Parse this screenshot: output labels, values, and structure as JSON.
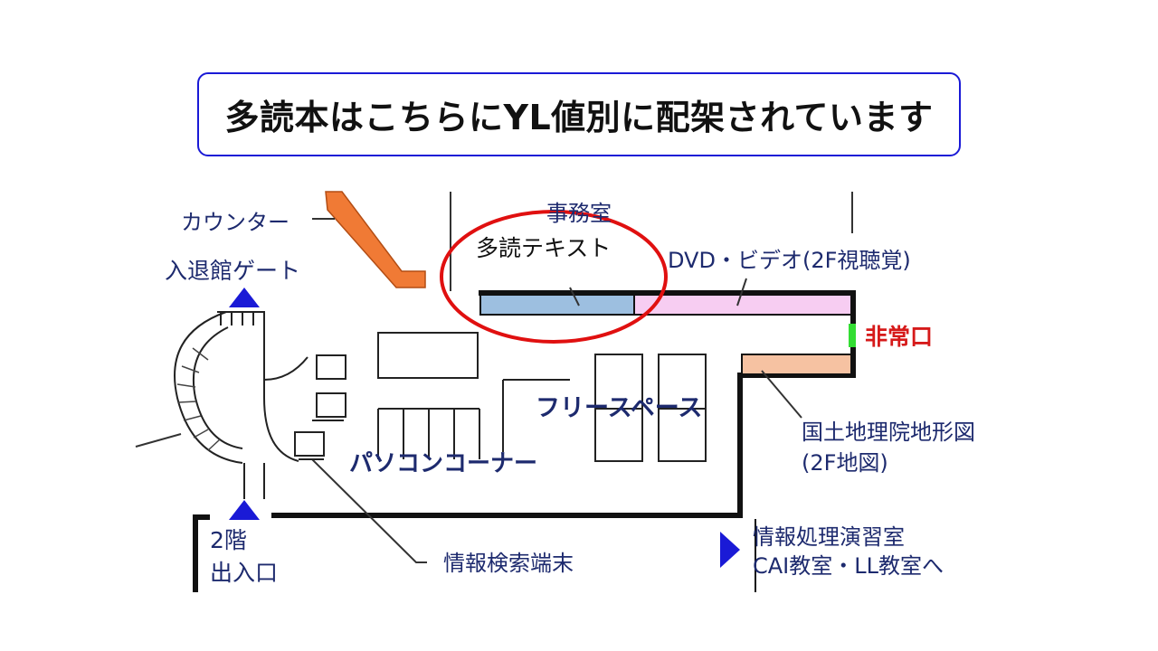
{
  "title": "多読本はこちらにYL値別に配架されています",
  "map": {
    "counter": "カウンター",
    "gate": "入退館ゲート",
    "office": "事務室",
    "tadoku_text": "多読テキスト",
    "dvd_video": "DVD・ビデオ(2F視聴覚)",
    "emergency_exit": "非常口",
    "free_space": "フリースペース",
    "gsi_map_line1": "国土地理院地形図",
    "gsi_map_line2": "(2F地図)",
    "pc_corner": "パソコンコーナー",
    "info_terminal": "情報検索端末",
    "entrance_line1": "2階",
    "entrance_line2": "出入口",
    "lab_line1": "情報処理演習室",
    "lab_line2": "CAI教室・LL教室へ"
  },
  "colors": {
    "title_border": "#1a1ad6",
    "label_navy": "#1d2a6e",
    "tadoku_shelf": "#9dbfe0",
    "dvd_shelf": "#f7cdf2",
    "gsi_shelf": "#f6c2a2",
    "stair_orange": "#f07a35",
    "highlight_circle": "#e01010",
    "emergency_red": "#d61a1a",
    "exit_green": "#33dd33",
    "arrow_blue": "#1a1ad6"
  }
}
